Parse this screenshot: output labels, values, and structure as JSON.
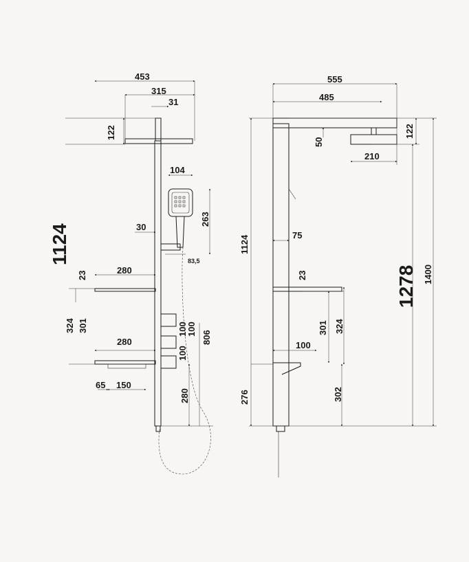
{
  "colors": {
    "background": "#f7f6f4",
    "line": "#1a1a1a"
  },
  "front_view": {
    "width_total": "453",
    "head_width": "315",
    "head_offset": "31",
    "head_height": "122",
    "handshower_width": "104",
    "handshower_height": "263",
    "holder_offset": "30",
    "holder_gap": "83,5",
    "overall_height": "1124",
    "shelf_thickness": "23",
    "shelf_width_top": "280",
    "shelf_spacing_outer": "324",
    "shelf_spacing_inner": "301",
    "shelf_width_bottom": "280",
    "valve_spacing_1": "100",
    "valve_spacing_2": "100",
    "valve_spacing_3": "100",
    "hose_length": "806",
    "bottom_offset": "65",
    "bottom_width": "150",
    "floor_gap": "280"
  },
  "side_view": {
    "arm_reach": "555",
    "arm_length": "485",
    "drop": "50",
    "head_height": "122",
    "head_width": "210",
    "column_height": "1124",
    "column_width": "75",
    "overall_height_big": "1278",
    "overall_height": "1400",
    "shelf_thickness": "23",
    "shelf_spacing_inner": "301",
    "shelf_spacing_outer": "324",
    "spout_depth": "100",
    "spout_height": "276",
    "spout_to_floor": "302"
  }
}
